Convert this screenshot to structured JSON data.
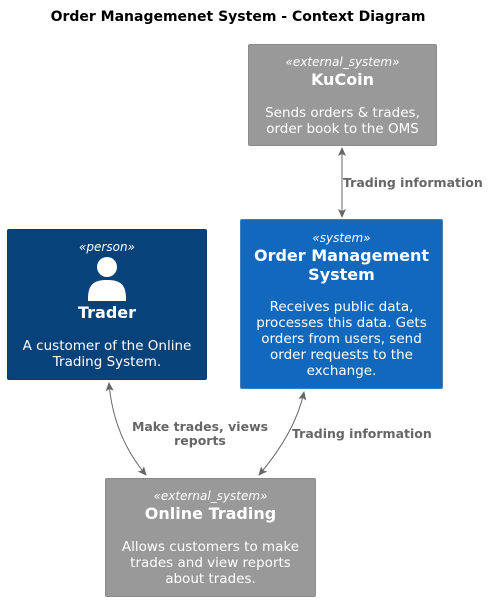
{
  "title": "Order Managemenet System - Context Diagram",
  "colors": {
    "person": "#08427b",
    "system": "#1168bd",
    "external_system": "#999999",
    "arrow": "#666666"
  },
  "elements": {
    "kucoin": {
      "stereotype": "«external_system»",
      "name": "KuCoin",
      "description_lines": [
        "Sends orders & trades,",
        "order book to the OMS"
      ]
    },
    "oms": {
      "stereotype": "«system»",
      "name_lines": [
        "Order Management",
        "System"
      ],
      "description_lines": [
        "Receives public data,",
        "processes this data. Gets",
        "orders from users, send",
        "order requests to the",
        "exchange."
      ]
    },
    "trader": {
      "stereotype": "«person»",
      "icon": "person-icon",
      "name": "Trader",
      "description_lines": [
        "A customer of the Online",
        "Trading System."
      ]
    },
    "online_trading": {
      "stereotype": "«external_system»",
      "name": "Online Trading",
      "description_lines": [
        "Allows customers to make",
        "trades and view reports",
        "about trades."
      ]
    }
  },
  "relationships": {
    "kucoin_oms": {
      "label": "Trading information"
    },
    "trader_online": {
      "label_lines": [
        "Make trades, views",
        "reports"
      ]
    },
    "oms_online": {
      "label": "Trading information"
    }
  }
}
